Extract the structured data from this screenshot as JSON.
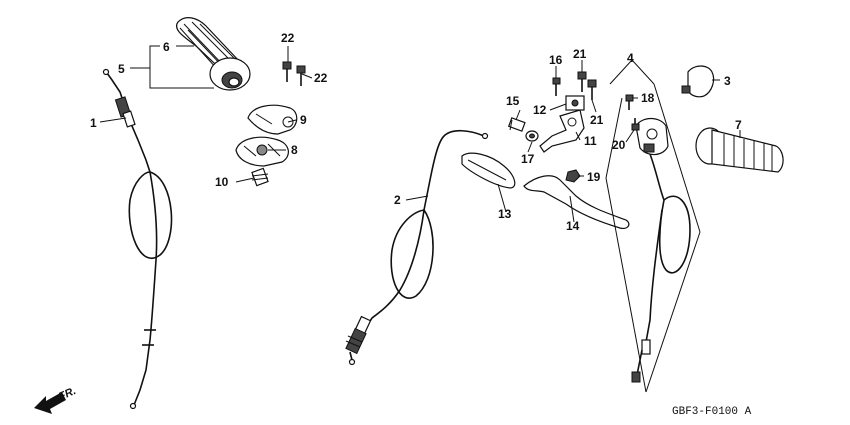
{
  "diagram": {
    "code": "GBF3-F0100 A",
    "direction_label": "FR.",
    "callouts": [
      {
        "id": "1",
        "text": "1"
      },
      {
        "id": "2",
        "text": "2"
      },
      {
        "id": "3",
        "text": "3"
      },
      {
        "id": "4",
        "text": "4"
      },
      {
        "id": "5",
        "text": "5"
      },
      {
        "id": "6",
        "text": "6"
      },
      {
        "id": "7",
        "text": "7"
      },
      {
        "id": "8",
        "text": "8"
      },
      {
        "id": "9",
        "text": "9"
      },
      {
        "id": "10",
        "text": "10"
      },
      {
        "id": "11",
        "text": "11"
      },
      {
        "id": "12",
        "text": "12"
      },
      {
        "id": "13",
        "text": "13"
      },
      {
        "id": "14",
        "text": "14"
      },
      {
        "id": "15",
        "text": "15"
      },
      {
        "id": "16",
        "text": "16"
      },
      {
        "id": "17",
        "text": "17"
      },
      {
        "id": "18",
        "text": "18"
      },
      {
        "id": "19",
        "text": "19"
      },
      {
        "id": "20",
        "text": "20"
      },
      {
        "id": "21a",
        "text": "21"
      },
      {
        "id": "21b",
        "text": "21"
      },
      {
        "id": "22a",
        "text": "22"
      },
      {
        "id": "22b",
        "text": "22"
      }
    ]
  }
}
